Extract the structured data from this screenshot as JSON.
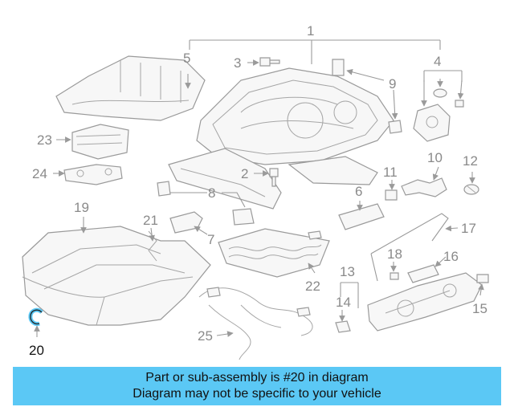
{
  "diagram": {
    "callouts": [
      {
        "id": "1",
        "label": "1"
      },
      {
        "id": "2",
        "label": "2"
      },
      {
        "id": "3",
        "label": "3"
      },
      {
        "id": "4",
        "label": "4"
      },
      {
        "id": "5",
        "label": "5"
      },
      {
        "id": "6",
        "label": "6"
      },
      {
        "id": "7",
        "label": "7"
      },
      {
        "id": "8",
        "label": "8"
      },
      {
        "id": "9",
        "label": "9"
      },
      {
        "id": "10",
        "label": "10"
      },
      {
        "id": "11",
        "label": "11"
      },
      {
        "id": "12",
        "label": "12"
      },
      {
        "id": "13",
        "label": "13"
      },
      {
        "id": "14",
        "label": "14"
      },
      {
        "id": "15",
        "label": "15"
      },
      {
        "id": "16",
        "label": "16"
      },
      {
        "id": "17",
        "label": "17"
      },
      {
        "id": "18",
        "label": "18"
      },
      {
        "id": "19",
        "label": "19"
      },
      {
        "id": "20",
        "label": "20",
        "highlighted": true
      },
      {
        "id": "21",
        "label": "21"
      },
      {
        "id": "22",
        "label": "22"
      },
      {
        "id": "23",
        "label": "23"
      },
      {
        "id": "24",
        "label": "24"
      },
      {
        "id": "25",
        "label": "25"
      }
    ],
    "highlight_color": "#5bc8f5",
    "line_color": "#9a9a9a"
  },
  "banner": {
    "line1": "Part or sub-assembly is #20 in diagram",
    "line2": "Diagram may not be specific to your vehicle",
    "background": "#5bc8f5"
  }
}
